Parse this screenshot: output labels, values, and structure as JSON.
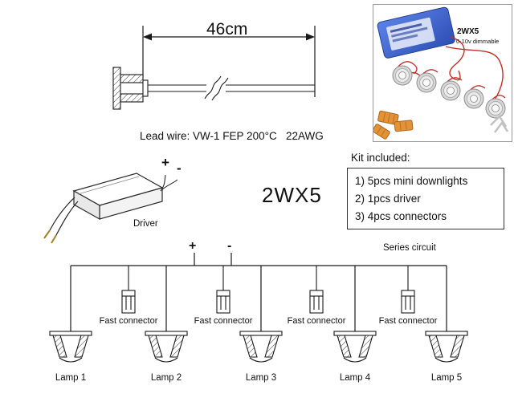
{
  "dimension": {
    "length": "46cm",
    "lead_wire": "Lead wire: VW-1 FEP 200°C   22AWG"
  },
  "photo": {
    "model": "2WX5",
    "dimming": "0-10v dimmable"
  },
  "driver": {
    "plus": "+",
    "minus": "-",
    "label": "Driver"
  },
  "model": "2WX5",
  "kit": {
    "title": "Kit included:",
    "items": [
      "1) 5pcs mini downlights",
      "2) 1pcs driver",
      "3) 4pcs connectors"
    ]
  },
  "circuit": {
    "plus": "+",
    "minus": "-",
    "title": "Series circuit",
    "connectors": [
      "Fast connector",
      "Fast connector",
      "Fast connector",
      "Fast connector"
    ],
    "lamps": [
      "Lamp 1",
      "Lamp 2",
      "Lamp 3",
      "Lamp 4",
      "Lamp 5"
    ]
  }
}
